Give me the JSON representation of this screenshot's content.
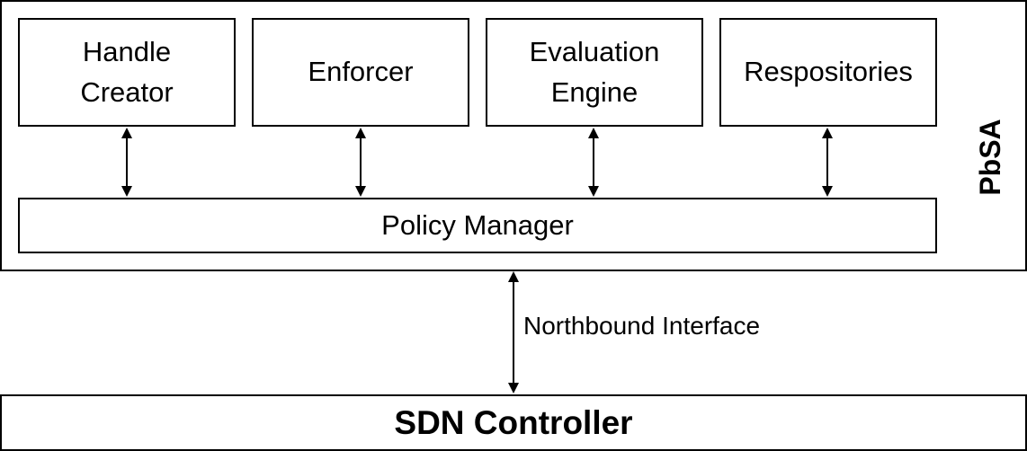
{
  "diagram": {
    "container_label": "PbSA",
    "components": [
      {
        "label": "Handle\nCreator"
      },
      {
        "label": "Enforcer"
      },
      {
        "label": "Evaluation\nEngine"
      },
      {
        "label": "Respositories"
      }
    ],
    "policy_manager_label": "Policy Manager",
    "interface_label": "Northbound Interface",
    "controller_label": "SDN Controller"
  }
}
